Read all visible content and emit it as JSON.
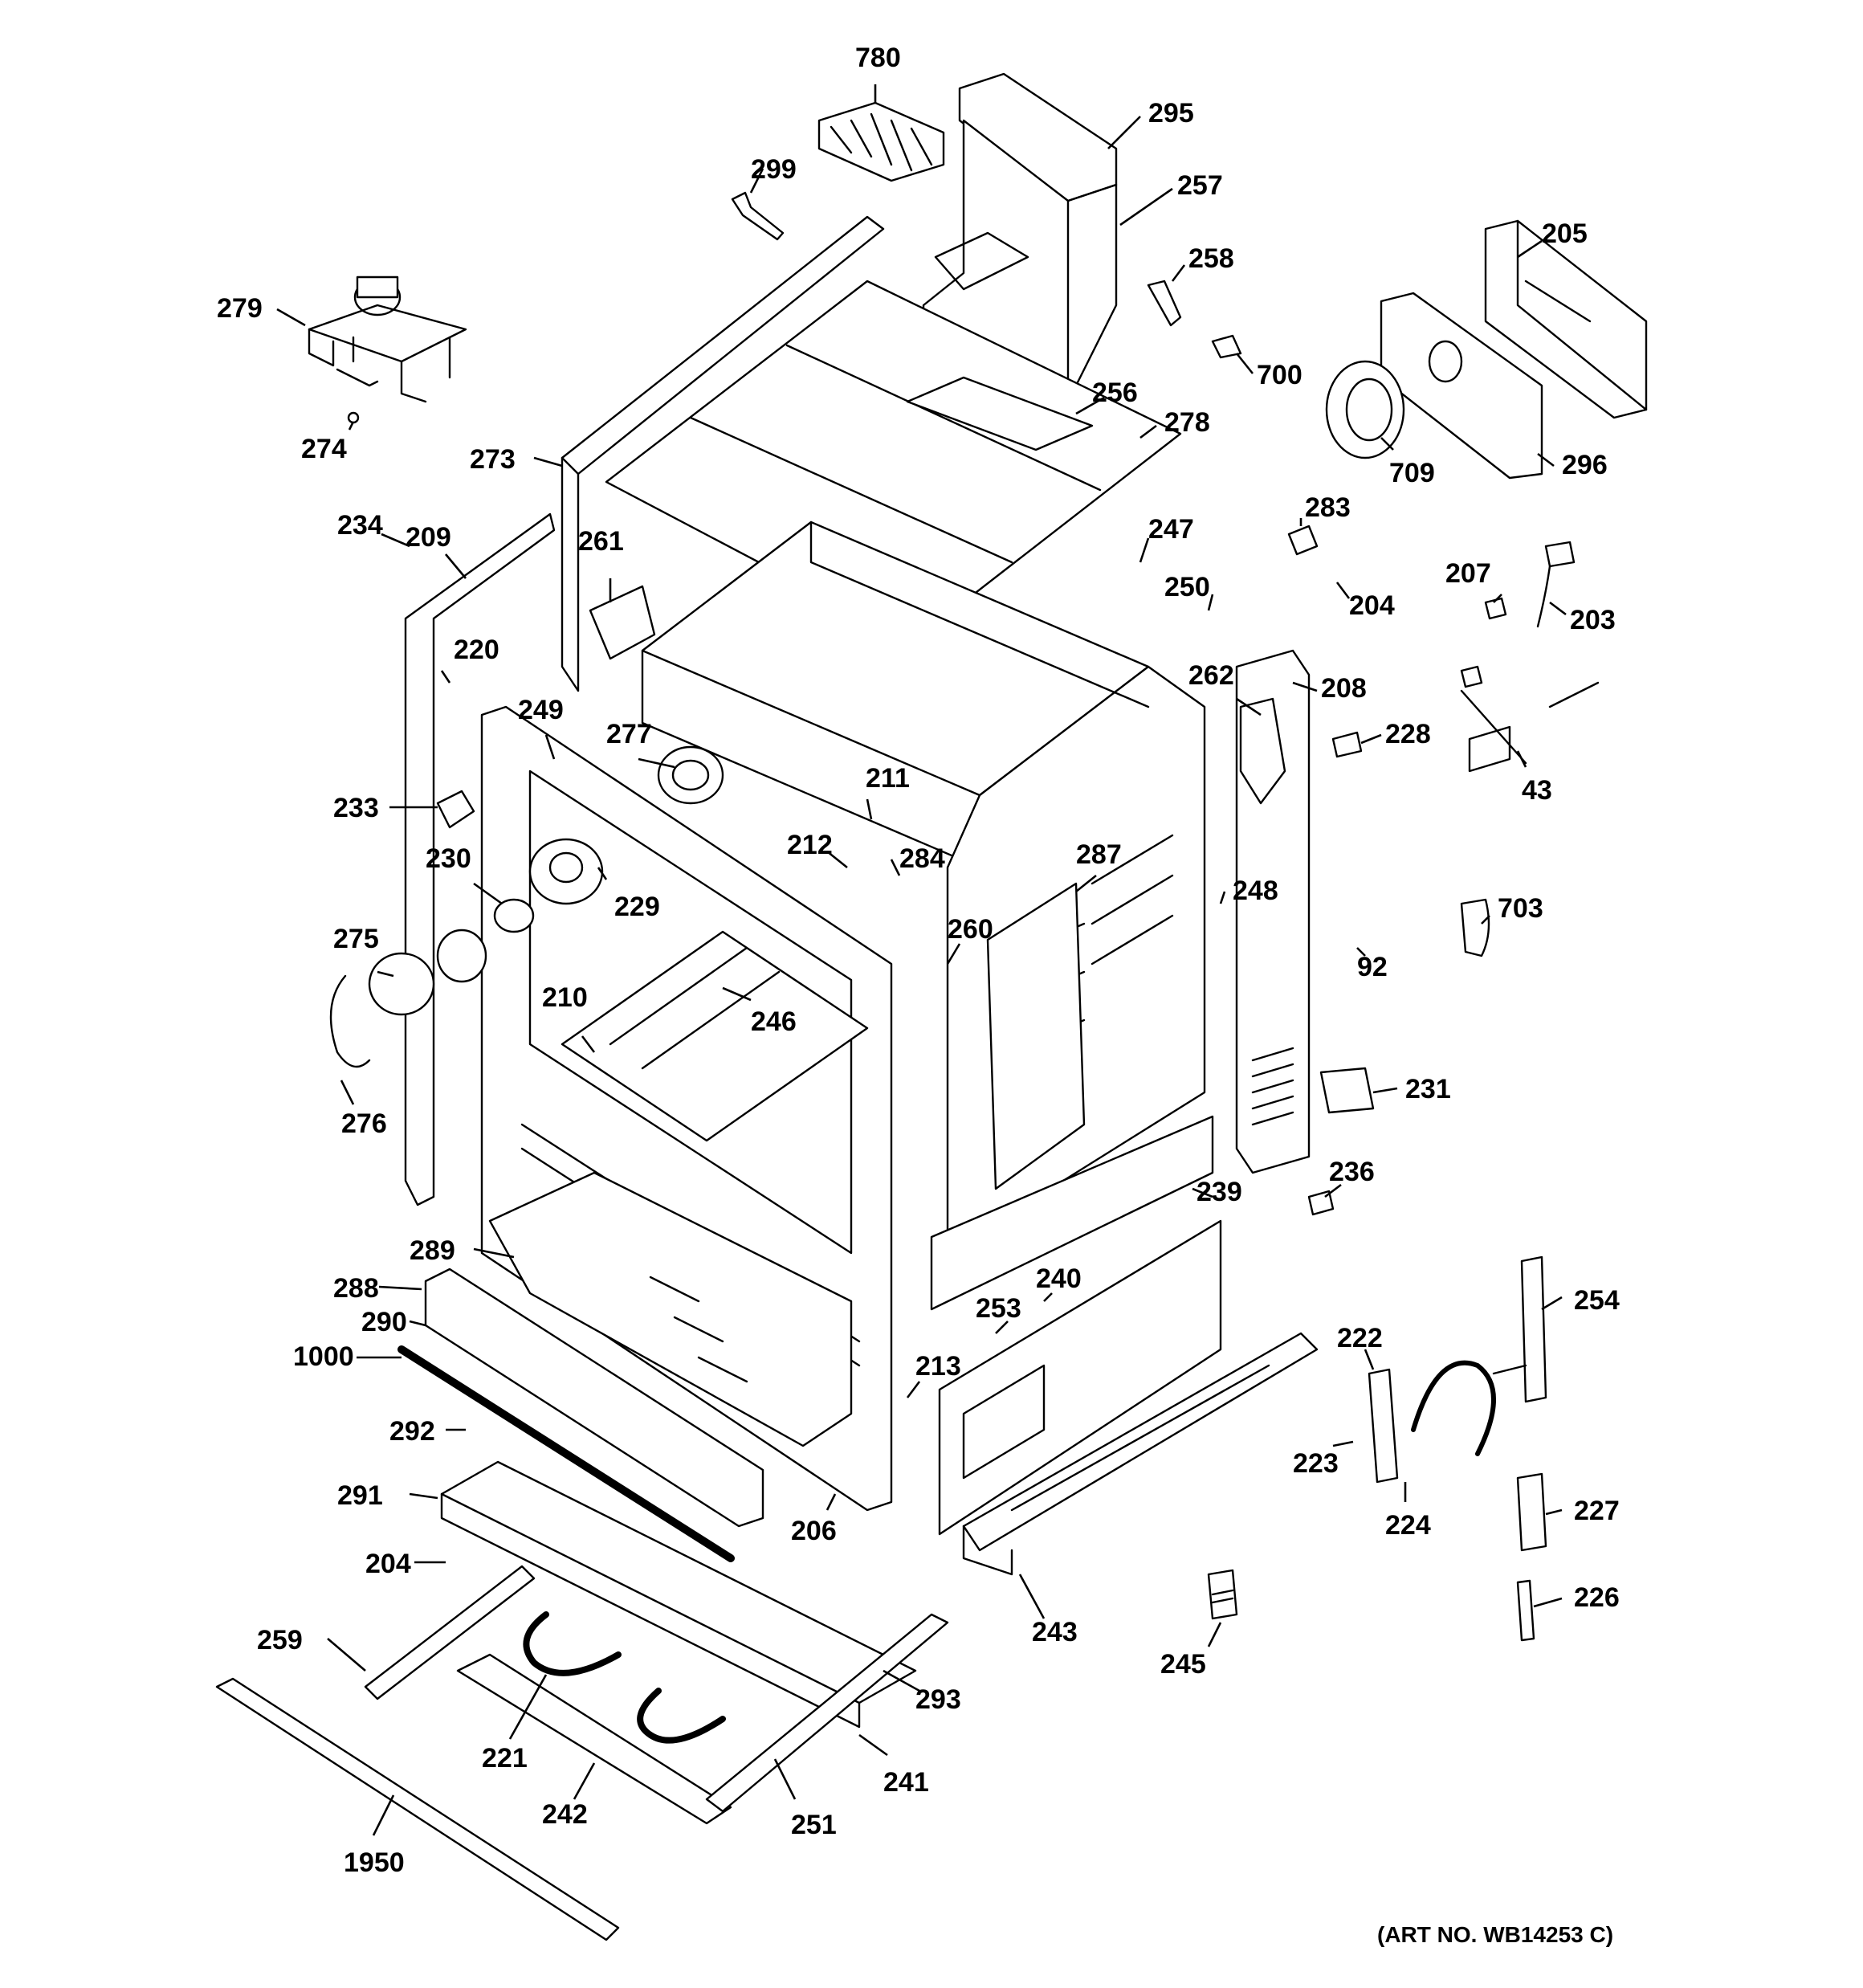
{
  "art_number": "(ART NO. WB14253 C)",
  "callouts": [
    {
      "id": "c780",
      "label": "780"
    },
    {
      "id": "c295",
      "label": "295"
    },
    {
      "id": "c257",
      "label": "257"
    },
    {
      "id": "c299",
      "label": "299"
    },
    {
      "id": "c205",
      "label": "205"
    },
    {
      "id": "c258",
      "label": "258"
    },
    {
      "id": "c279",
      "label": "279"
    },
    {
      "id": "c700",
      "label": "700"
    },
    {
      "id": "c256",
      "label": "256"
    },
    {
      "id": "c278",
      "label": "278"
    },
    {
      "id": "c709",
      "label": "709"
    },
    {
      "id": "c296",
      "label": "296"
    },
    {
      "id": "c274",
      "label": "274"
    },
    {
      "id": "c273",
      "label": "273"
    },
    {
      "id": "c283",
      "label": "283"
    },
    {
      "id": "c234",
      "label": "234"
    },
    {
      "id": "c209",
      "label": "209"
    },
    {
      "id": "c261",
      "label": "261"
    },
    {
      "id": "c247",
      "label": "247"
    },
    {
      "id": "c207",
      "label": "207"
    },
    {
      "id": "c204a",
      "label": "204"
    },
    {
      "id": "c203",
      "label": "203"
    },
    {
      "id": "c250",
      "label": "250"
    },
    {
      "id": "c220",
      "label": "220"
    },
    {
      "id": "c262",
      "label": "262"
    },
    {
      "id": "c208",
      "label": "208"
    },
    {
      "id": "c249",
      "label": "249"
    },
    {
      "id": "c277",
      "label": "277"
    },
    {
      "id": "c228",
      "label": "228"
    },
    {
      "id": "c211",
      "label": "211"
    },
    {
      "id": "c43",
      "label": "43"
    },
    {
      "id": "c233",
      "label": "233"
    },
    {
      "id": "c212",
      "label": "212"
    },
    {
      "id": "c284",
      "label": "284"
    },
    {
      "id": "c230",
      "label": "230"
    },
    {
      "id": "c287",
      "label": "287"
    },
    {
      "id": "c229",
      "label": "229"
    },
    {
      "id": "c248",
      "label": "248"
    },
    {
      "id": "c703",
      "label": "703"
    },
    {
      "id": "c275",
      "label": "275"
    },
    {
      "id": "c260",
      "label": "260"
    },
    {
      "id": "c92",
      "label": "92"
    },
    {
      "id": "c210",
      "label": "210"
    },
    {
      "id": "c246",
      "label": "246"
    },
    {
      "id": "c231",
      "label": "231"
    },
    {
      "id": "c276",
      "label": "276"
    },
    {
      "id": "c236",
      "label": "236"
    },
    {
      "id": "c239",
      "label": "239"
    },
    {
      "id": "c289",
      "label": "289"
    },
    {
      "id": "c240",
      "label": "240"
    },
    {
      "id": "c288",
      "label": "288"
    },
    {
      "id": "c254",
      "label": "254"
    },
    {
      "id": "c253",
      "label": "253"
    },
    {
      "id": "c290",
      "label": "290"
    },
    {
      "id": "c222",
      "label": "222"
    },
    {
      "id": "c1000",
      "label": "1000"
    },
    {
      "id": "c213",
      "label": "213"
    },
    {
      "id": "c292",
      "label": "292"
    },
    {
      "id": "c223",
      "label": "223"
    },
    {
      "id": "c227",
      "label": "227"
    },
    {
      "id": "c291",
      "label": "291"
    },
    {
      "id": "c224",
      "label": "224"
    },
    {
      "id": "c206",
      "label": "206"
    },
    {
      "id": "c204b",
      "label": "204"
    },
    {
      "id": "c226",
      "label": "226"
    },
    {
      "id": "c243",
      "label": "243"
    },
    {
      "id": "c259",
      "label": "259"
    },
    {
      "id": "c245",
      "label": "245"
    },
    {
      "id": "c293",
      "label": "293"
    },
    {
      "id": "c221",
      "label": "221"
    },
    {
      "id": "c241",
      "label": "241"
    },
    {
      "id": "c242",
      "label": "242"
    },
    {
      "id": "c251",
      "label": "251"
    },
    {
      "id": "c1950",
      "label": "1950"
    }
  ]
}
